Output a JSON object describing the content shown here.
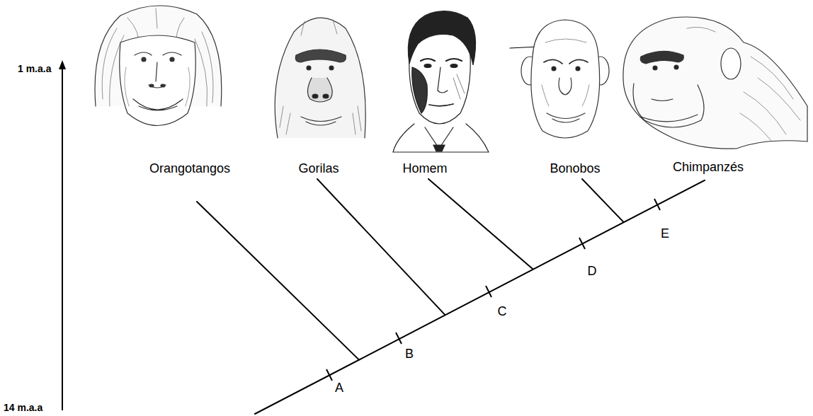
{
  "diagram": {
    "labels": [
      "Orangotangos",
      "Gorilas",
      "Homem",
      "Bonobos",
      "Chimpanzés",
      "1 m.a.a",
      "14 m.a.a",
      "A",
      "B",
      "C",
      "D",
      "E"
    ]
  }
}
